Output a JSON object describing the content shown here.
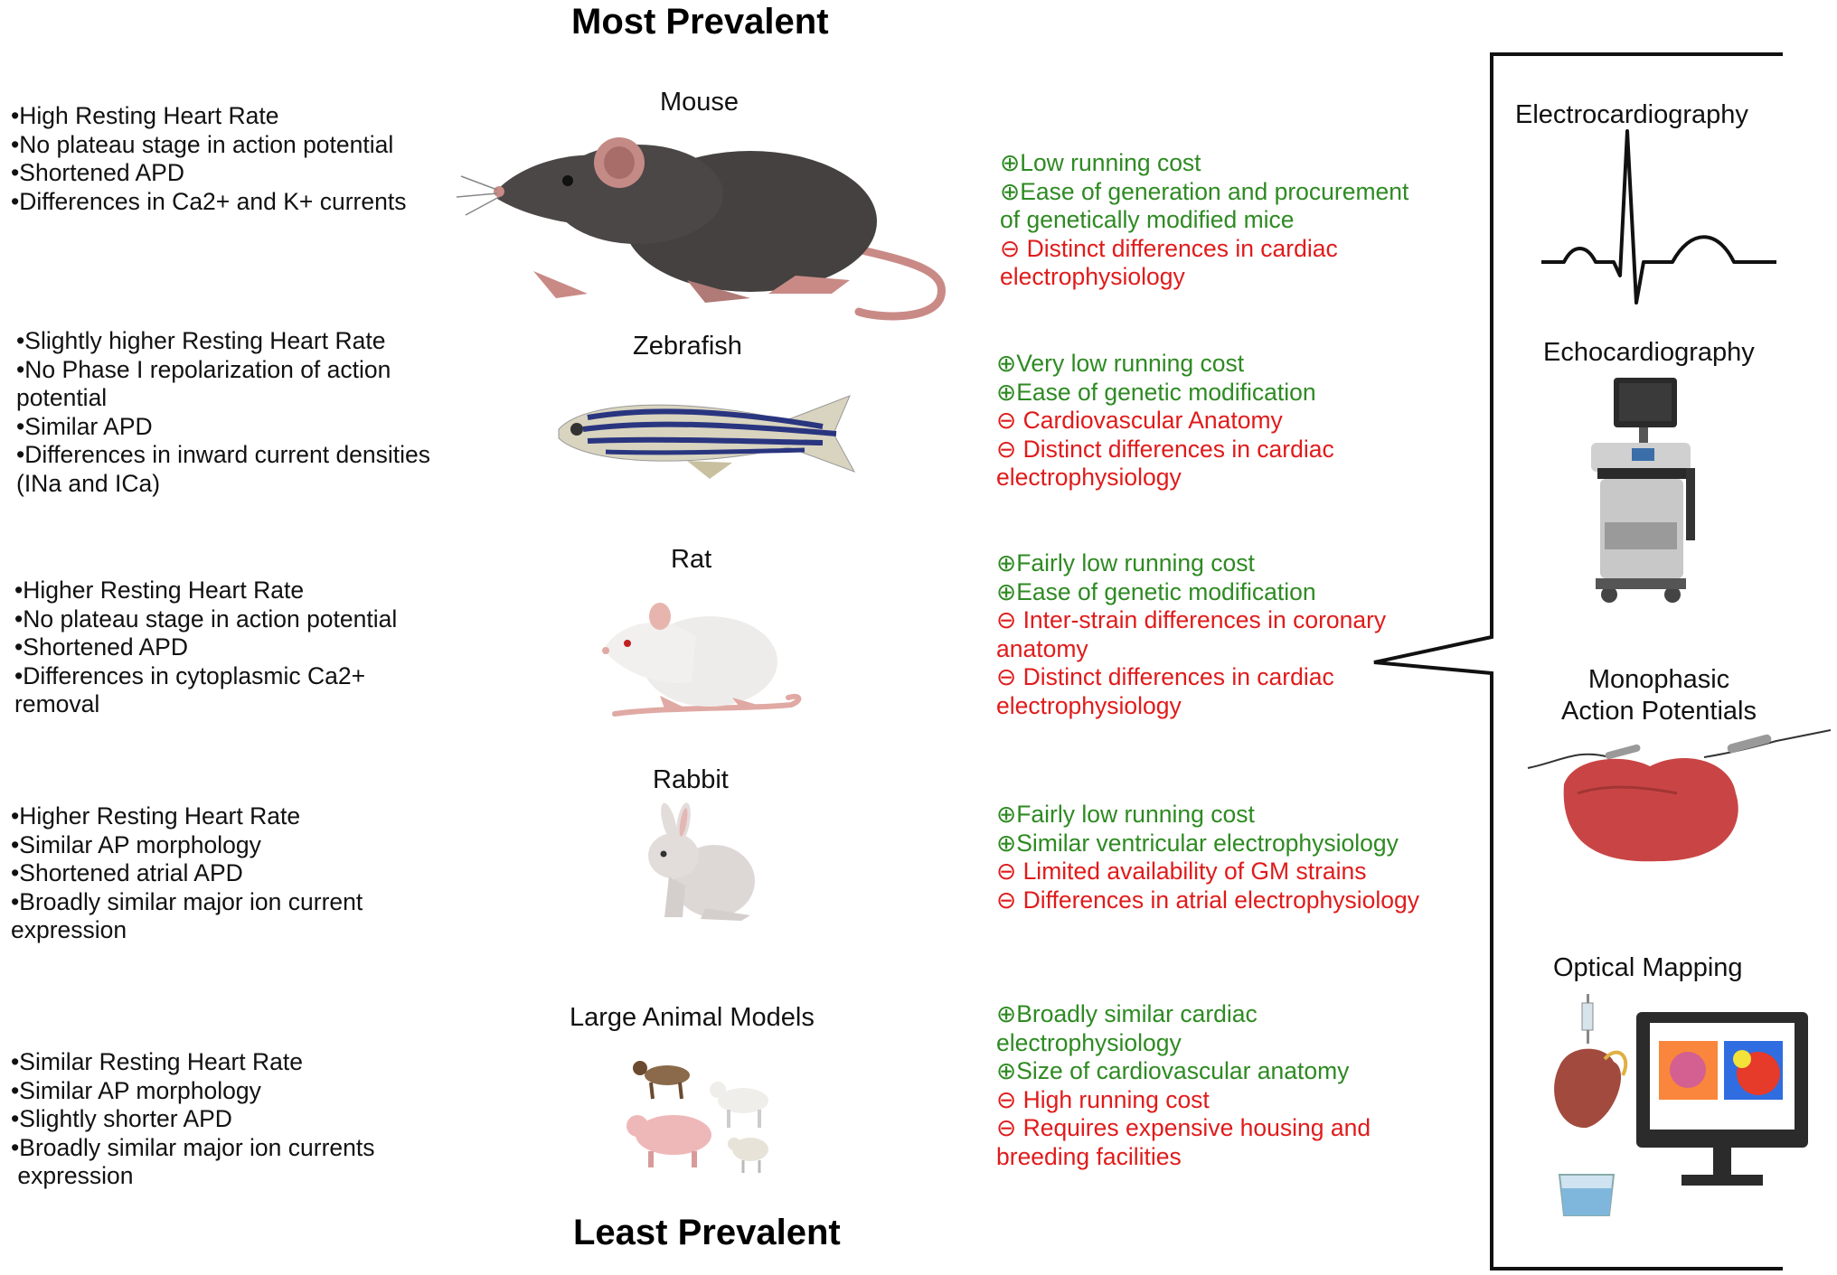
{
  "headings": {
    "top": "Most Prevalent",
    "bottom": "Least Prevalent"
  },
  "animals": [
    {
      "name": "Mouse",
      "features": [
        "•High Resting Heart Rate",
        "•No plateau stage in action potential",
        "•Shortened APD",
        "•Differences in Ca2+ and K+ currents"
      ],
      "pros_cons": [
        {
          "text": "⊕Low running cost",
          "kind": "pro"
        },
        {
          "text": "⊕Ease of generation and procurement",
          "kind": "pro"
        },
        {
          "text": "of genetically modified mice",
          "kind": "pro"
        },
        {
          "text": "⊖ Distinct differences in cardiac",
          "kind": "con"
        },
        {
          "text": "electrophysiology",
          "kind": "con"
        }
      ]
    },
    {
      "name": "Zebrafish",
      "features": [
        "•Slightly higher Resting Heart Rate",
        "•No Phase I repolarization of action",
        "potential",
        "•Similar APD",
        "•Differences in inward current densities",
        "(INa and ICa)"
      ],
      "pros_cons": [
        {
          "text": "⊕Very low running cost",
          "kind": "pro"
        },
        {
          "text": "⊕Ease of genetic modification",
          "kind": "pro"
        },
        {
          "text": "⊖ Cardiovascular Anatomy",
          "kind": "con"
        },
        {
          "text": "⊖ Distinct differences in cardiac",
          "kind": "con"
        },
        {
          "text": "electrophysiology",
          "kind": "con"
        }
      ]
    },
    {
      "name": "Rat",
      "features": [
        "•Higher Resting Heart Rate",
        "•No plateau stage in action potential",
        "•Shortened APD",
        "•Differences in cytoplasmic Ca2+",
        "removal"
      ],
      "pros_cons": [
        {
          "text": "⊕Fairly low running cost",
          "kind": "pro"
        },
        {
          "text": "⊕Ease of genetic modification",
          "kind": "pro"
        },
        {
          "text": "⊖ Inter-strain differences in coronary",
          "kind": "con"
        },
        {
          "text": "anatomy",
          "kind": "con"
        },
        {
          "text": "⊖ Distinct differences in cardiac",
          "kind": "con"
        },
        {
          "text": "electrophysiology",
          "kind": "con"
        }
      ]
    },
    {
      "name": "Rabbit",
      "features": [
        "•Higher Resting Heart Rate",
        "•Similar AP morphology",
        "•Shortened atrial APD",
        "•Broadly similar major ion current",
        "expression"
      ],
      "pros_cons": [
        {
          "text": "⊕Fairly low running cost",
          "kind": "pro"
        },
        {
          "text": "⊕Similar ventricular electrophysiology",
          "kind": "pro"
        },
        {
          "text": "⊖ Limited availability of GM strains",
          "kind": "con"
        },
        {
          "text": "⊖ Differences in atrial electrophysiology",
          "kind": "con"
        }
      ]
    },
    {
      "name": "Large Animal Models",
      "features": [
        "•Similar Resting Heart Rate",
        "•Similar AP morphology",
        "•Slightly shorter APD",
        "•Broadly similar major ion currents",
        " expression"
      ],
      "pros_cons": [
        {
          "text": "⊕Broadly similar cardiac",
          "kind": "pro"
        },
        {
          "text": "electrophysiology",
          "kind": "pro"
        },
        {
          "text": "⊕Size of cardiovascular anatomy",
          "kind": "pro"
        },
        {
          "text": "⊖ High running cost",
          "kind": "con"
        },
        {
          "text": "⊖ Requires expensive housing and",
          "kind": "con"
        },
        {
          "text": "breeding facilities",
          "kind": "con"
        }
      ]
    }
  ],
  "techniques": {
    "ecg": "Electrocardiography",
    "echo": "Echocardiography",
    "map_line1": "Monophasic",
    "map_line2": "Action Potentials",
    "optical": "Optical Mapping"
  },
  "colors": {
    "pro": "#2e8a22",
    "con": "#e01b1b"
  },
  "icons": [
    "mouse-illustration",
    "zebrafish-illustration",
    "rat-illustration",
    "rabbit-illustration",
    "large-animals-illustration",
    "ecg-trace-icon",
    "ultrasound-machine-icon",
    "heart-electrode-icon",
    "optical-mapping-setup-icon"
  ]
}
